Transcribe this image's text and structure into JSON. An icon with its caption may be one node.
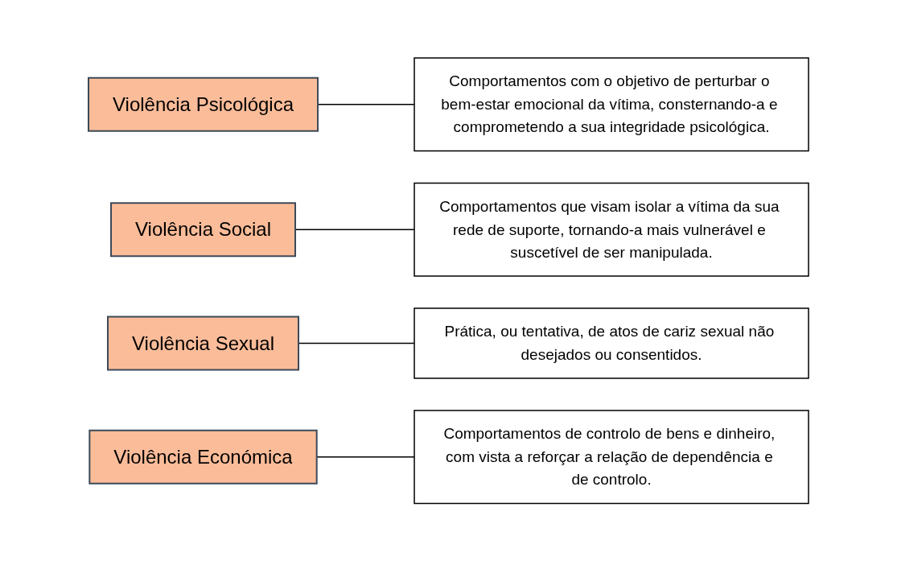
{
  "diagram": {
    "nodes": [
      {
        "text": [
          "Violência Psicológica"
        ]
      },
      {
        "text": [
          "Comportamentos com o objetivo de perturbar o bem-estar emocional da vítima, consternando-a e comprometendo a sua integridade psicológica."
        ]
      },
      {
        "text": [
          "Violência Social"
        ]
      },
      {
        "text": [
          "Comportamentos que visam isolar a vítima da sua rede de suporte, tornando-a mais vulnerável e suscetível de ser manipulada."
        ]
      },
      {
        "text": [
          "Violência Sexual"
        ]
      },
      {
        "text": [
          "Prática, ou tentativa, de atos de cariz sexual não desejados ou consentidos."
        ]
      },
      {
        "text": [
          "Violência Económica"
        ]
      },
      {
        "text": [
          "Comportamentos de controlo de bens e dinheiro, com vista a reforçar a relação de dependência e de controlo."
        ]
      }
    ],
    "edges": [
      {
        "from": 0,
        "to": 1,
        "arrow": "none"
      },
      {
        "from": 2,
        "to": 3,
        "arrow": "none"
      },
      {
        "from": 4,
        "to": 5,
        "arrow": "none"
      },
      {
        "from": 6,
        "to": 7,
        "arrow": "none"
      }
    ]
  }
}
